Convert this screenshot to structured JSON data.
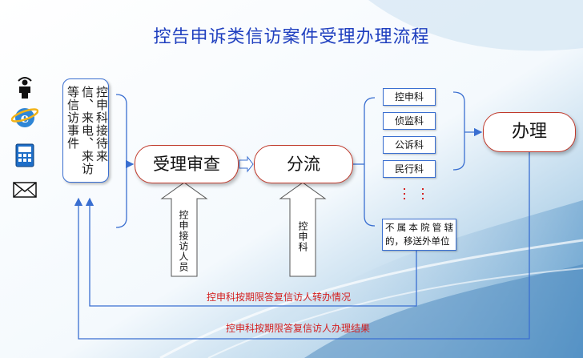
{
  "title": "控告申诉类信访案件受理办理流程",
  "icons": [
    {
      "name": "visitor-icon",
      "meaning": "visitor"
    },
    {
      "name": "internet-icon",
      "meaning": "internet"
    },
    {
      "name": "telephone-icon",
      "meaning": "telephone"
    },
    {
      "name": "mail-icon",
      "meaning": "letter"
    }
  ],
  "nodes": {
    "intake": "控申科接待来信、来电、来访等信访事件",
    "review": "受理审查",
    "split": "分流",
    "handle": "办理"
  },
  "departments": [
    "控申科",
    "侦监科",
    "公诉科",
    "民行科"
  ],
  "outside": "不属本院管辖的，移送外单位",
  "arrows": {
    "review_input": "控申接访人员",
    "split_input": "控申科"
  },
  "notes": {
    "progress": "控申科按期限答复信访人转办情况",
    "result": "控申科按期限答复信访人办理结果"
  },
  "colors": {
    "title": "#1f3fbf",
    "line_blue": "#3a6fd1",
    "pill_border": "#c0392b",
    "note_red": "#d42020"
  }
}
